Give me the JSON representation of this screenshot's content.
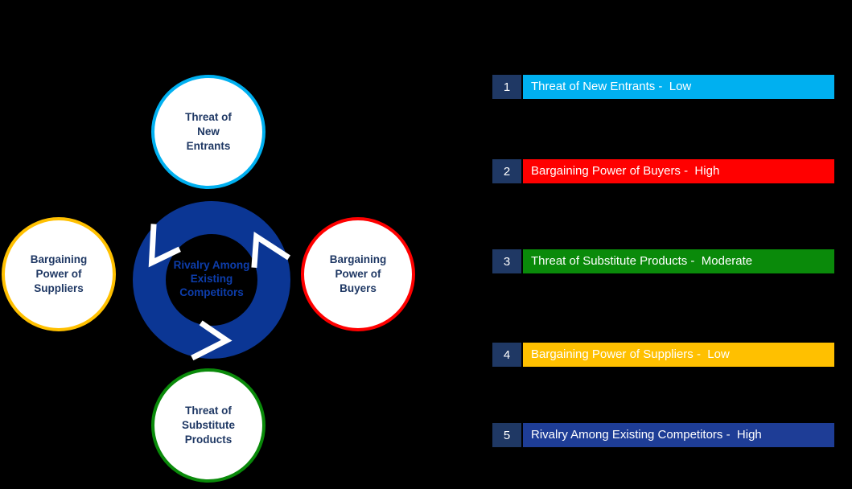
{
  "canvas": {
    "background": "#000000"
  },
  "diagram": {
    "label_color": "#1F3864",
    "center": {
      "label": "Rivalry Among Existing Competitors",
      "ring_color": "#0b3694",
      "text_color": "#0d3dab"
    },
    "nodes": [
      {
        "name": "threat-of-new-entrants",
        "lines": [
          "Threat of",
          "New",
          "Entrants"
        ],
        "border_color": "#00B0F0"
      },
      {
        "name": "bargaining-power-of-suppliers",
        "lines": [
          "Bargaining",
          "Power of",
          "Suppliers"
        ],
        "border_color": "#FFC000"
      },
      {
        "name": "bargaining-power-of-buyers",
        "lines": [
          "Bargaining",
          "Power of",
          "Buyers"
        ],
        "border_color": "#FF0000"
      },
      {
        "name": "threat-of-substitute-products",
        "lines": [
          "Threat of",
          "Substitute",
          "Products"
        ],
        "border_color": "#0a8a0a"
      }
    ]
  },
  "legend": {
    "number_box_color": "#1F3864",
    "items": [
      {
        "number": "1",
        "label": "Threat of New Entrants -  Low",
        "bar_color": "#00B0F0",
        "text_color": "#FFFFFF"
      },
      {
        "number": "2",
        "label": "Bargaining Power of Buyers -  High",
        "bar_color": "#FF0000",
        "text_color": "#FFFFFF"
      },
      {
        "number": "3",
        "label": "Threat of Substitute Products -  Moderate",
        "bar_color": "#0a8a0a",
        "text_color": "#FFFFFF"
      },
      {
        "number": "4",
        "label": "Bargaining Power of Suppliers -  Low",
        "bar_color": "#FFC000",
        "text_color": "#FFFFFF"
      },
      {
        "number": "5",
        "label": "Rivalry Among Existing Competitors -  High",
        "bar_color": "#1e3d96",
        "text_color": "#FFFFFF"
      }
    ]
  }
}
